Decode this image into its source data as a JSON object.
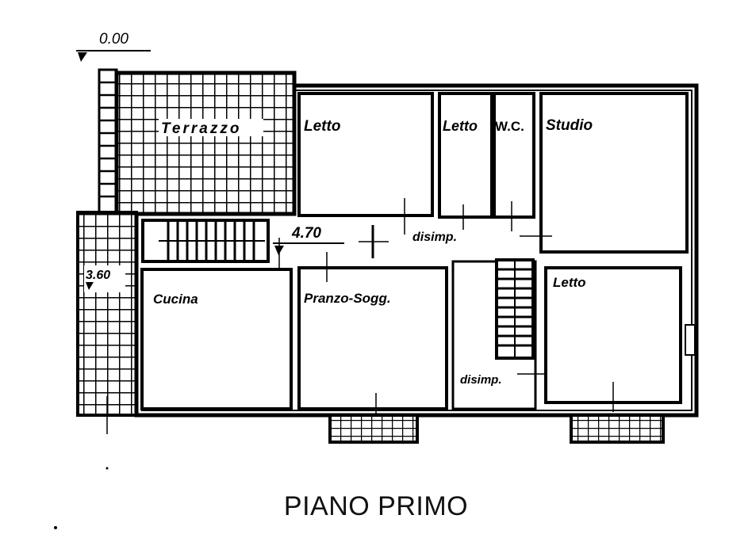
{
  "plan": {
    "title": "PIANO PRIMO",
    "elevations": {
      "ground": "0.00",
      "terrace_side": "3.60",
      "landing": "4.70"
    },
    "rooms": {
      "terrazzo": "Terrazzo",
      "letto_1": "Letto",
      "letto_2": "Letto",
      "wc": "W.C.",
      "studio": "Studio",
      "disimp_1": "disimp.",
      "cucina": "Cucina",
      "pranzo": "Pranzo-Sogg.",
      "letto_3": "Letto",
      "disimp_2": "disimp."
    },
    "colors": {
      "ink": "#000000",
      "paper": "#ffffff"
    }
  }
}
